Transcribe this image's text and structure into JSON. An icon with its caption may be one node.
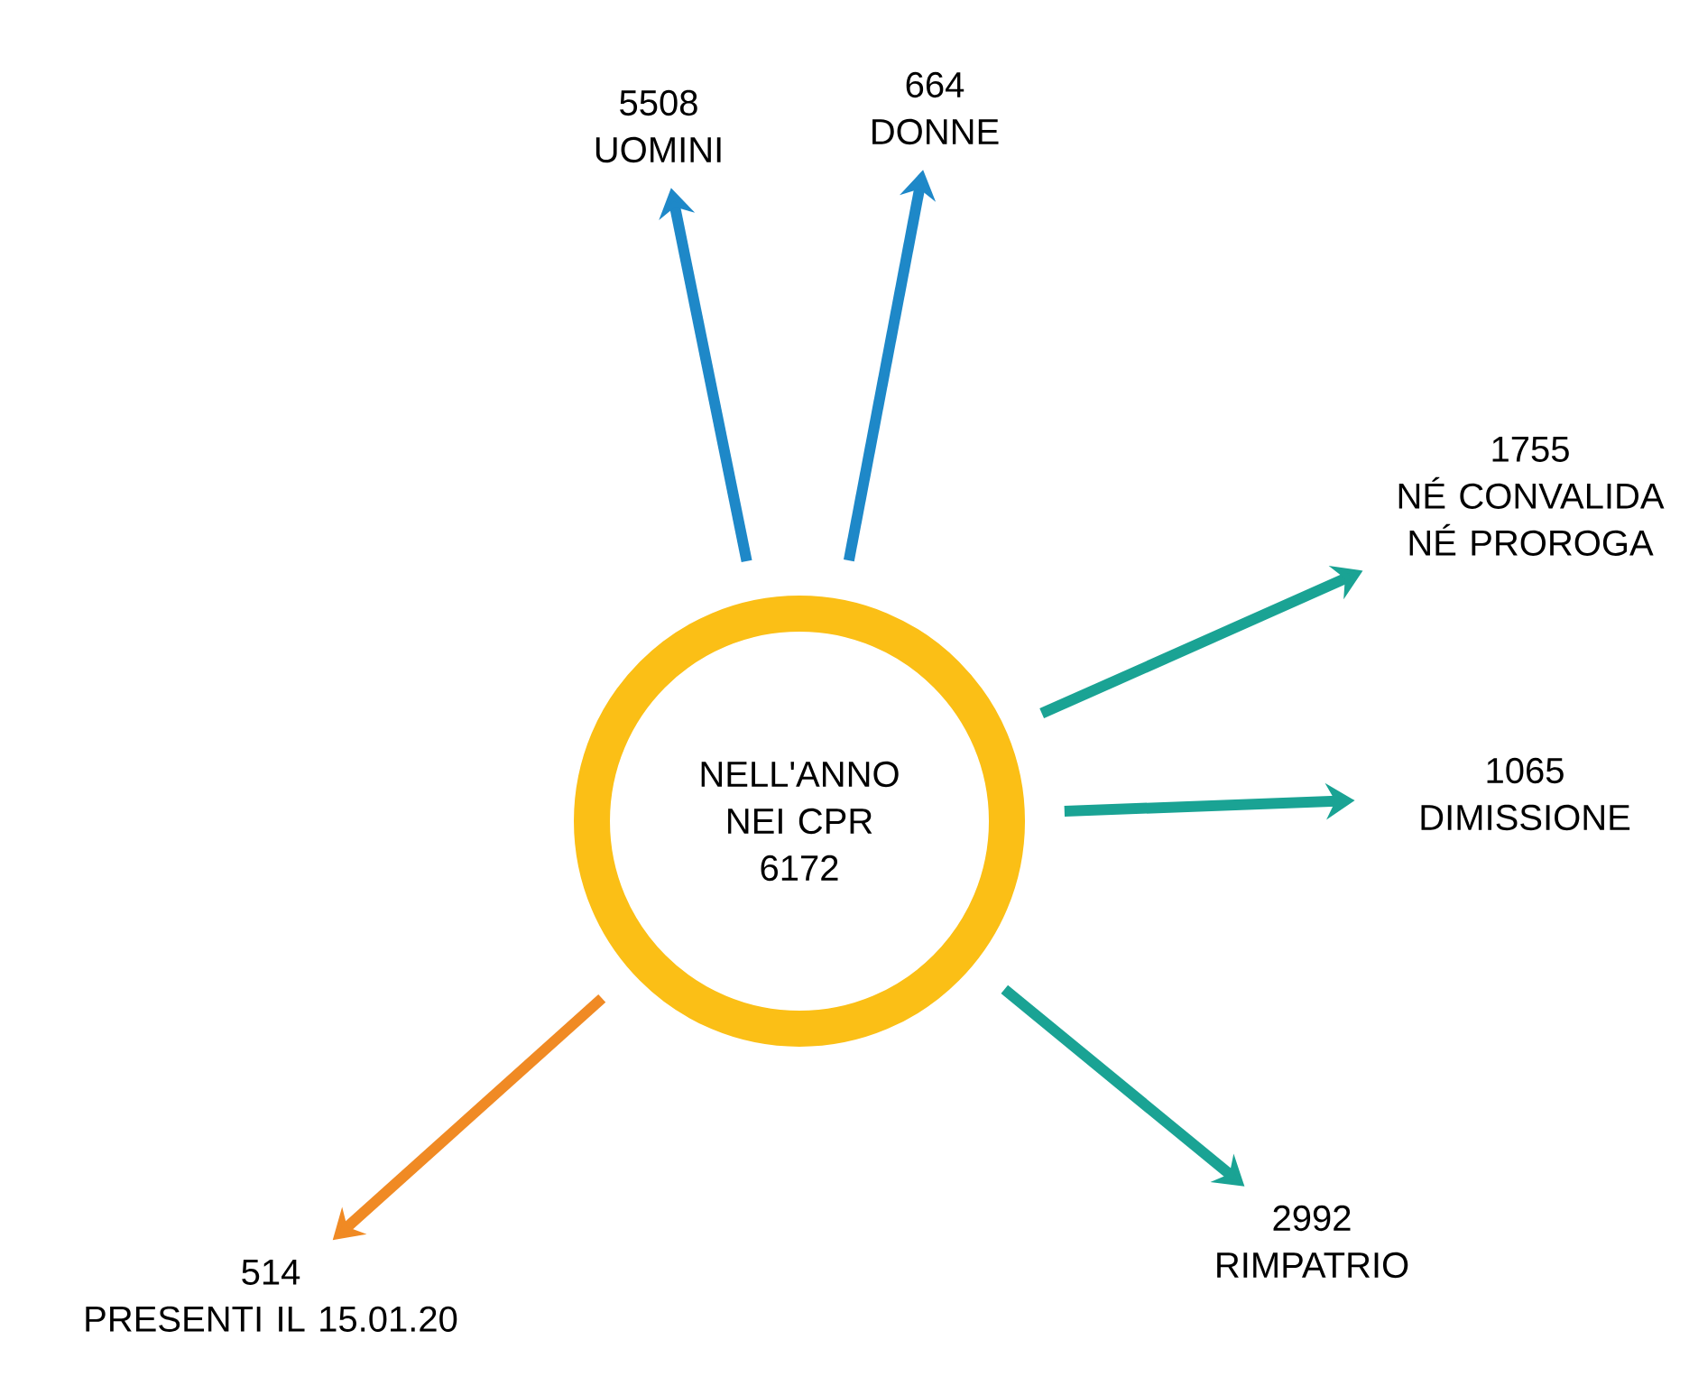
{
  "diagram": {
    "nodes": [
      {
        "text": [
          "NELL'ANNO NEI CPR 6172"
        ]
      },
      {
        "text": [
          "5508",
          "UOMINI"
        ]
      },
      {
        "text": [
          "664",
          "DONNE"
        ]
      },
      {
        "text": [
          "1755",
          "NÉ CONVALIDA NÉ PROROGA"
        ]
      },
      {
        "text": [
          "1065",
          "DIMISSIONE"
        ]
      },
      {
        "text": [
          "2992",
          "RIMPATRIO"
        ]
      },
      {
        "text": [
          "514",
          "PRESENTI IL 15.01.20"
        ]
      }
    ],
    "edges": [
      {
        "from": 0,
        "to": 1,
        "arrow": "to",
        "color": "#1e88c8"
      },
      {
        "from": 0,
        "to": 2,
        "arrow": "to",
        "color": "#1e88c8"
      },
      {
        "from": 0,
        "to": 3,
        "arrow": "to"
      },
      {
        "from": 0,
        "to": 4,
        "arrow": "to"
      },
      {
        "from": 0,
        "to": 5,
        "arrow": "to"
      },
      {
        "from": 0,
        "to": 6,
        "arrow": "to",
        "color": "#f08a24"
      }
    ]
  }
}
